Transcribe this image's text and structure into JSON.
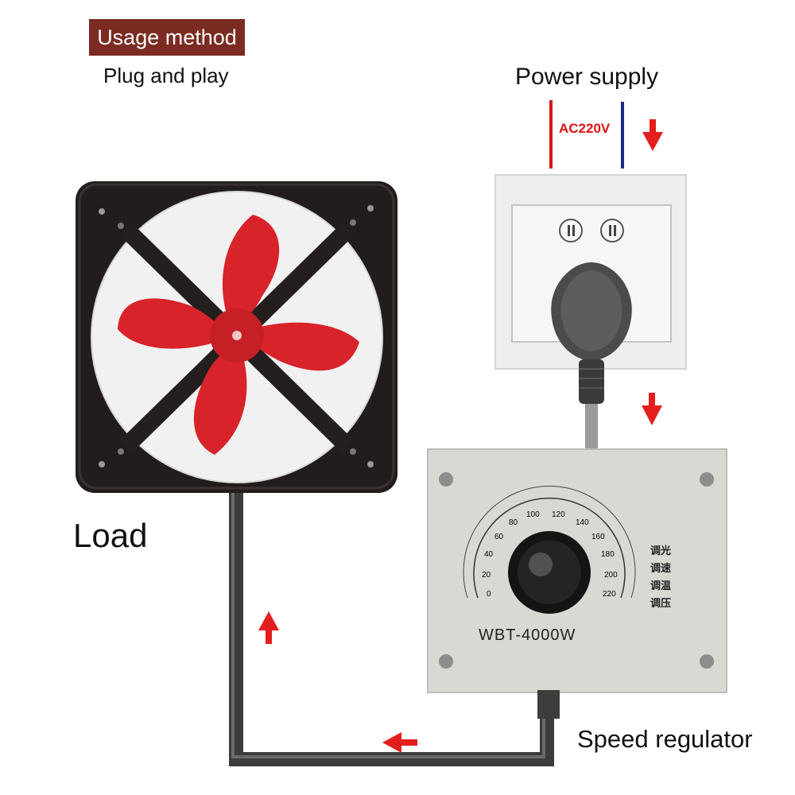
{
  "usage": {
    "title": "Usage method",
    "subtitle": "Plug and play"
  },
  "power": {
    "label": "Power supply",
    "voltage": "AC220V"
  },
  "load": {
    "label": "Load"
  },
  "regulator": {
    "label": "Speed regulator",
    "model": "WBT-4000W",
    "dial_ticks": [
      "0",
      "20",
      "40",
      "60",
      "80",
      "100",
      "120",
      "140",
      "160",
      "180",
      "200",
      "220"
    ],
    "functions": [
      "调光",
      "调速",
      "调温",
      "调压"
    ]
  },
  "colors": {
    "badge": "#7b2b22",
    "arrow": "#e41e1e",
    "fan_blade": "#d8232a",
    "wire_live": "#d11a1a",
    "wire_neutral": "#1c2a8c"
  }
}
